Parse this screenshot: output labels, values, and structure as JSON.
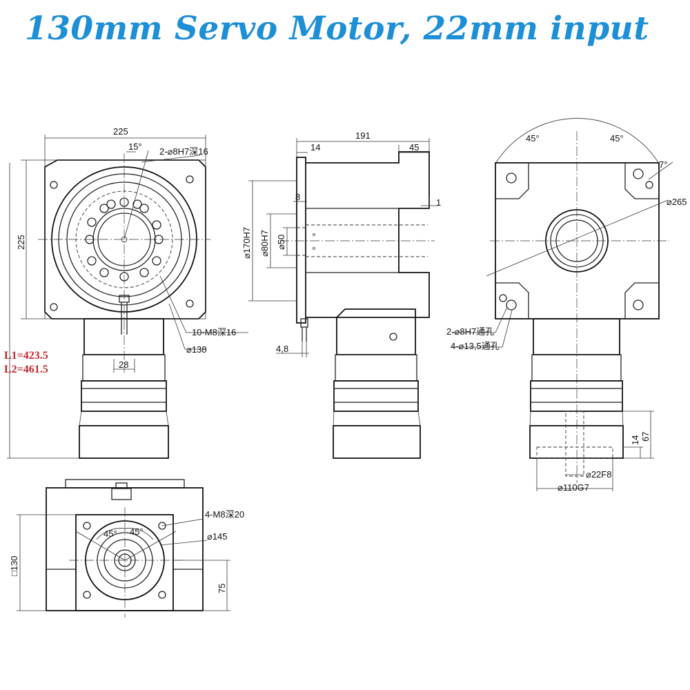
{
  "title": "130mm Servo Motor, 22mm input",
  "front_view": {
    "width": "225",
    "height": "225",
    "angle": "15°",
    "pin_holes": "2-⌀8H7深16",
    "tapped_holes": "10-M8深16",
    "pcd": "⌀138",
    "key_width": "28"
  },
  "side_view": {
    "length": "191",
    "flange": "14",
    "output": "45",
    "d1": "⌀170H7",
    "d2": "⌀80H7",
    "d3": "⌀50",
    "step": "8",
    "gap": "1",
    "base": "4,8"
  },
  "back_view": {
    "angle_l": "45°",
    "angle_r": "45°",
    "angle_small": "7°",
    "pcd": "⌀265",
    "pin_holes": "2-⌀8H7通孔",
    "thru_holes": "4-⌀13,5通孔",
    "d_shaft": "⌀22F8",
    "d_spigot": "⌀110G7",
    "h1": "14",
    "h2": "67"
  },
  "bottom_view": {
    "tapped_holes": "4-M8深20",
    "pcd": "⌀145",
    "square": "□130",
    "height": "75",
    "angle_a": "45°",
    "angle_b": "45°"
  },
  "lengths": {
    "l1": "L1=423.5",
    "l2": "L2=461.5"
  }
}
